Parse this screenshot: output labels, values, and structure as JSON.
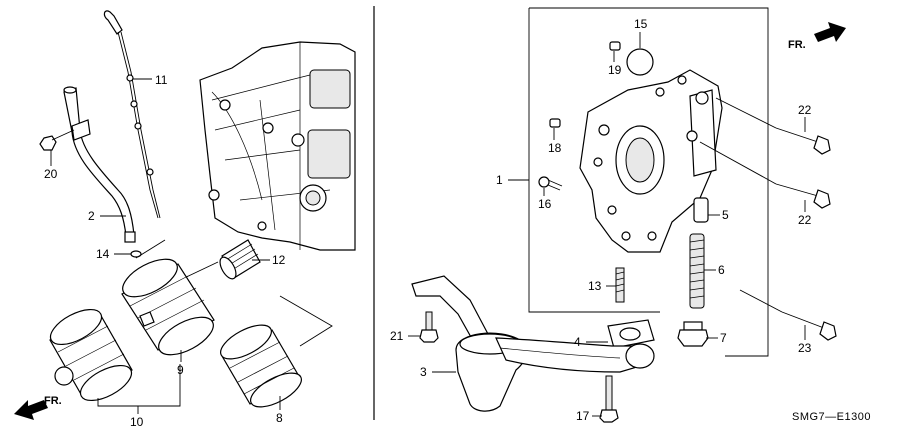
{
  "callouts": {
    "c1": "1",
    "c2": "2",
    "c3": "3",
    "c4": "4",
    "c5": "5",
    "c6": "6",
    "c7": "7",
    "c8": "8",
    "c9": "9",
    "c10": "10",
    "c11": "11",
    "c12": "12",
    "c13": "13",
    "c14": "14",
    "c15": "15",
    "c16": "16",
    "c17": "17",
    "c18": "18",
    "c19": "19",
    "c20": "20",
    "c21": "21",
    "c22a": "22",
    "c22b": "22",
    "c23": "23"
  },
  "direction_label": "FR.",
  "diagram_code": "SMG7—E1300"
}
